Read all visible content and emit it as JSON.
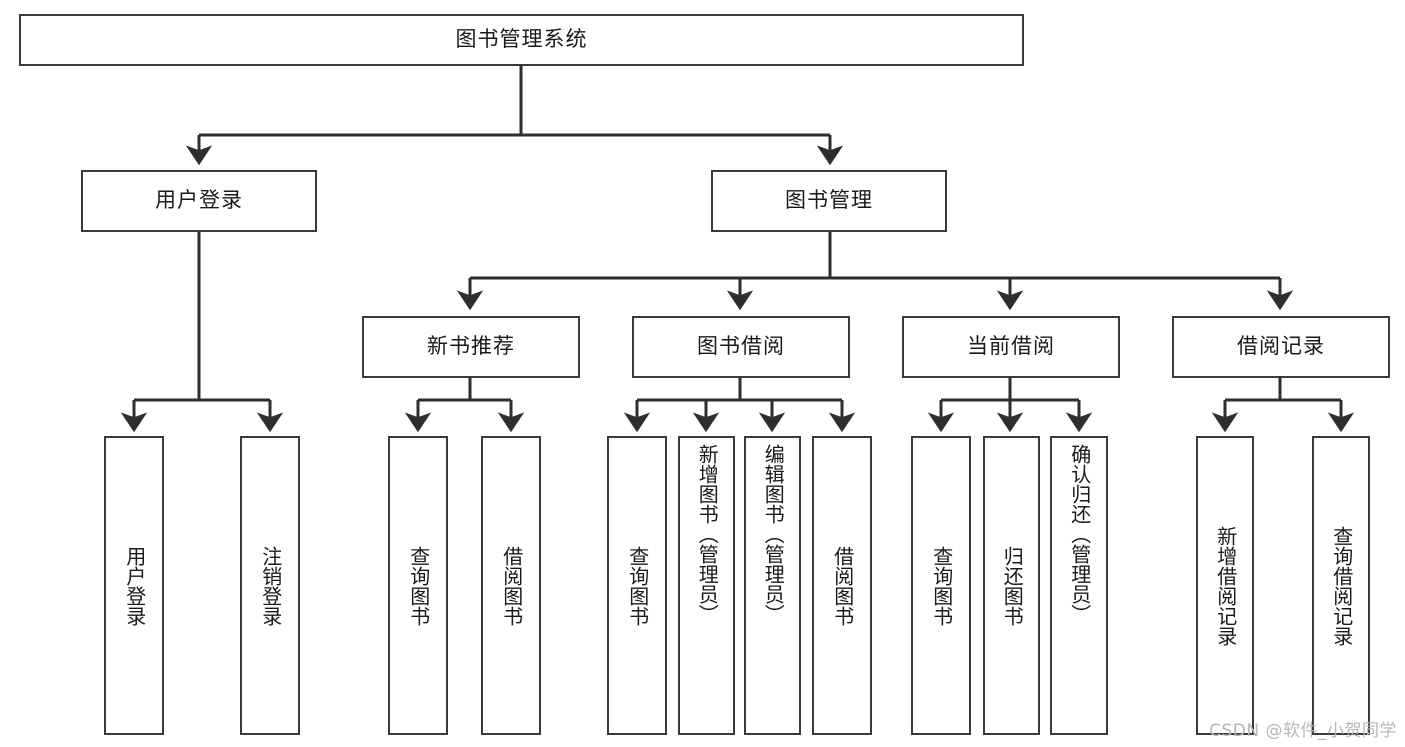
{
  "diagram": {
    "type": "tree-hierarchy",
    "title": "图书管理系统",
    "watermark": "CSDN @软件_小贺同学",
    "colors": {
      "border": "#3a3a3a",
      "fill": "#ffffff",
      "line": "#2e2e2e",
      "text": "#1a1a1a",
      "watermark": "#b7b7b7"
    },
    "levels": {
      "root": {
        "label": "图书管理系统"
      },
      "level2": [
        {
          "id": "user-login",
          "label": "用户登录"
        },
        {
          "id": "book-manage",
          "label": "图书管理"
        }
      ],
      "level3": [
        {
          "id": "new-book-recommend",
          "label": "新书推荐"
        },
        {
          "id": "book-borrow",
          "label": "图书借阅"
        },
        {
          "id": "current-borrow",
          "label": "当前借阅"
        },
        {
          "id": "borrow-record",
          "label": "借阅记录"
        }
      ],
      "leaves": [
        {
          "id": "leaf-user-login",
          "label": "用户登录",
          "parent": "user-login"
        },
        {
          "id": "leaf-user-logout",
          "label": "注销登录",
          "parent": "user-login"
        },
        {
          "id": "leaf-query-book-1",
          "label": "查询图书",
          "parent": "new-book-recommend"
        },
        {
          "id": "leaf-borrow-book-1",
          "label": "借阅图书",
          "parent": "new-book-recommend"
        },
        {
          "id": "leaf-query-book-2",
          "label": "查询图书",
          "parent": "book-borrow"
        },
        {
          "id": "leaf-add-book",
          "label": "新增图书（管理员）",
          "parent": "book-borrow"
        },
        {
          "id": "leaf-edit-book",
          "label": "编辑图书（管理员）",
          "parent": "book-borrow"
        },
        {
          "id": "leaf-borrow-book-2",
          "label": "借阅图书",
          "parent": "book-borrow"
        },
        {
          "id": "leaf-query-book-3",
          "label": "查询图书",
          "parent": "current-borrow"
        },
        {
          "id": "leaf-return-book",
          "label": "归还图书",
          "parent": "current-borrow"
        },
        {
          "id": "leaf-confirm-return",
          "label": "确认归还（管理员）",
          "parent": "current-borrow"
        },
        {
          "id": "leaf-add-record",
          "label": "新增借阅记录",
          "parent": "borrow-record"
        },
        {
          "id": "leaf-query-record",
          "label": "查询借阅记录",
          "parent": "borrow-record"
        }
      ]
    }
  }
}
